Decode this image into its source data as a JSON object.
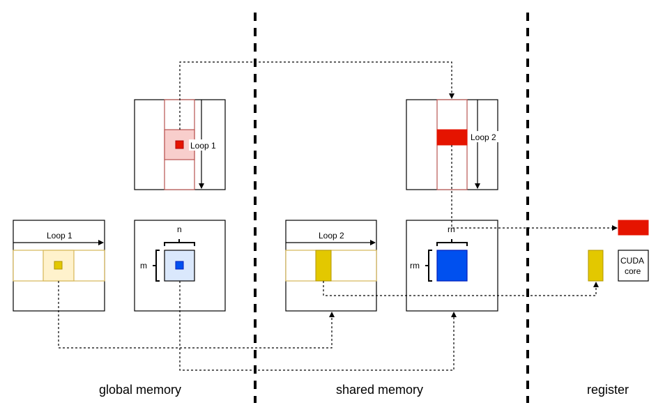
{
  "regions": {
    "global": "global memory",
    "shared": "shared memory",
    "register": "register"
  },
  "labels": {
    "loop1_b": "Loop 1",
    "loop1_a": "Loop 1",
    "loop2_b": "Loop 2",
    "loop2_a": "Loop 2",
    "n": "n",
    "m": "m",
    "rn": "rn",
    "rm": "rm",
    "cuda_line1": "CUDA",
    "cuda_line2": "core"
  },
  "colors": {
    "red": "#e51400",
    "red_light": "#f8cecc",
    "red_border": "#b85450",
    "yellow": "#e3c800",
    "yellow_light": "#fff2cc",
    "yellow_border": "#d6b656",
    "blue": "#0050ef",
    "blue_light": "#dae8fc"
  }
}
